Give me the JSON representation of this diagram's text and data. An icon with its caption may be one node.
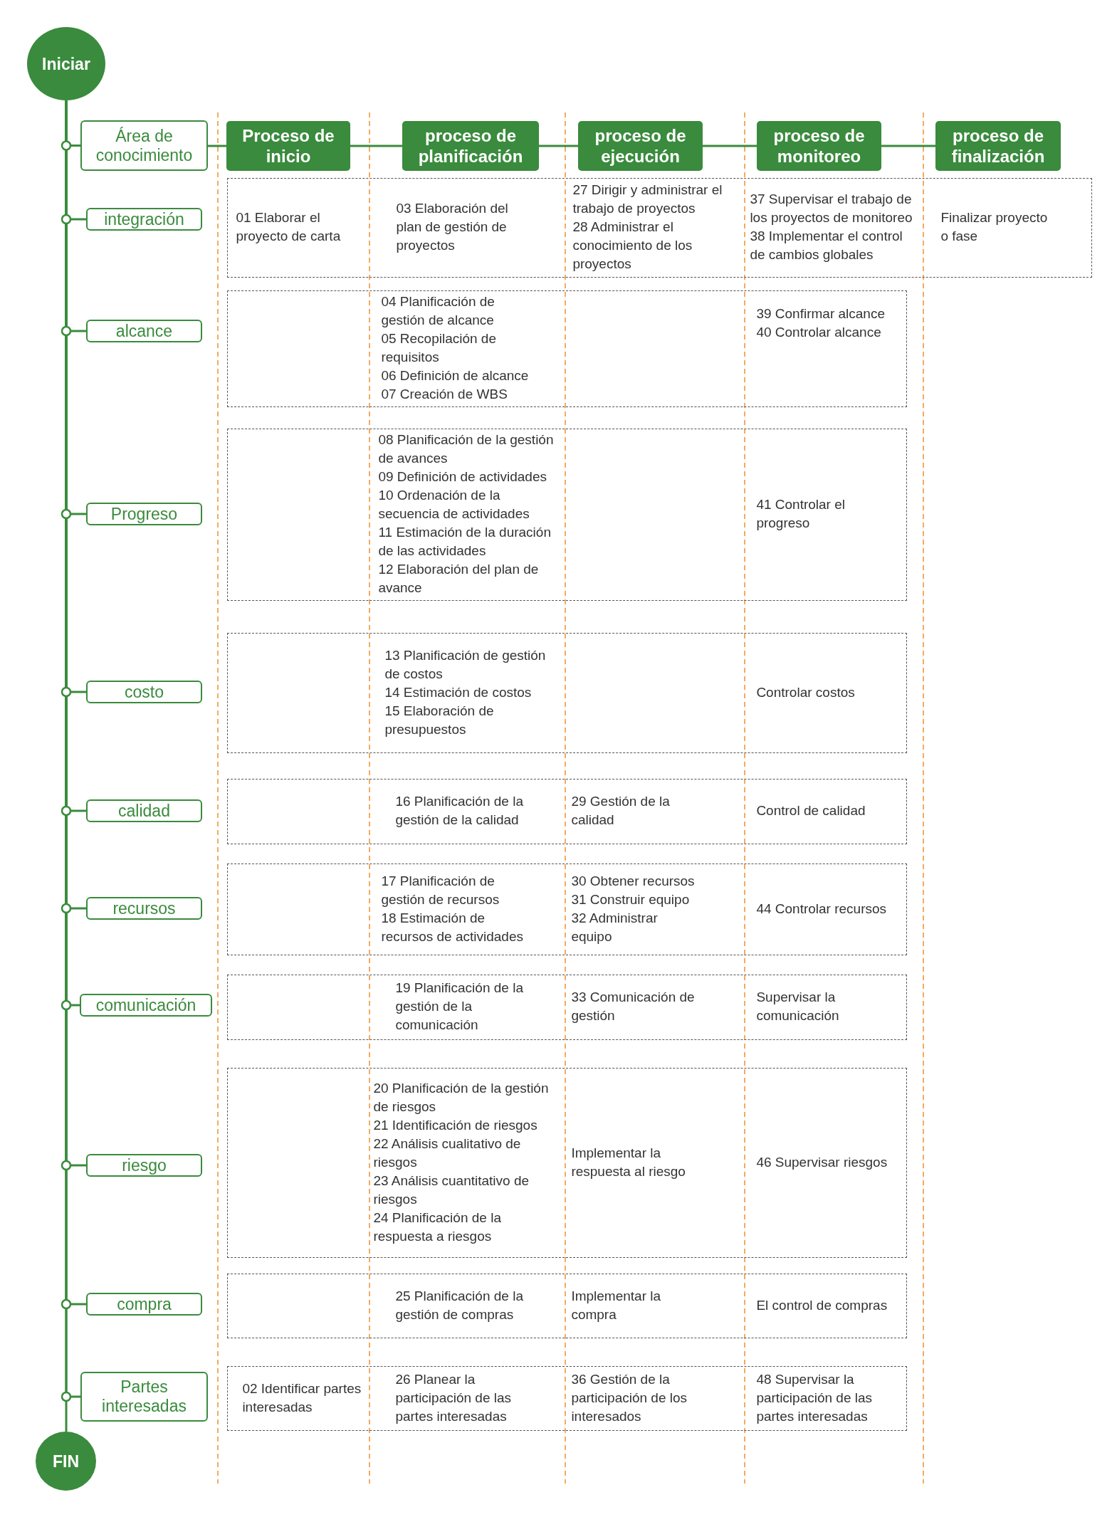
{
  "diagram": {
    "nodes": [
      {
        "text": [
          "Iniciar"
        ]
      },
      {
        "text": [
          "Área de conocimiento"
        ]
      },
      {
        "text": [
          "Proceso de inicio"
        ]
      },
      {
        "text": [
          "proceso de planificación"
        ]
      },
      {
        "text": [
          "proceso de ejecución"
        ]
      },
      {
        "text": [
          "proceso de monitoreo"
        ]
      },
      {
        "text": [
          "proceso de finalización"
        ]
      },
      {
        "text": [
          "integración"
        ]
      },
      {
        "text": [
          "01 Elaborar el proyecto de carta",
          "03 Elaboración del plan de gestión de proyectos",
          "27 Dirigir y administrar el trabajo de proyectos",
          "28 Administrar el conocimiento de los proyectos",
          "37 Supervisar el trabajo de los proyectos de monitoreo",
          "38 Implementar el control de cambios globales",
          "Finalizar proyecto o fase"
        ]
      },
      {
        "text": [
          "alcance"
        ]
      },
      {
        "text": [
          "04 Planificación de gestión de alcance",
          "05 Recopilación de requisitos",
          "06 Definición de alcance",
          "07 Creación de WBS",
          "39 Confirmar alcance",
          "40 Controlar alcance"
        ]
      },
      {
        "text": [
          "Progreso"
        ]
      },
      {
        "text": [
          "08 Planificación de la gestión de avances",
          "09 Definición de actividades",
          "10 Ordenación de la secuencia de actividades",
          "11 Estimación de la duración de las actividades",
          "12 Elaboración del plan de avance",
          "41 Controlar el progreso"
        ]
      },
      {
        "text": [
          "costo"
        ]
      },
      {
        "text": [
          "13 Planificación de gestión de costos",
          "14 Estimación de costos",
          "15 Elaboración de presupuestos",
          "Controlar costos"
        ]
      },
      {
        "text": [
          "calidad"
        ]
      },
      {
        "text": [
          "16 Planificación de la gestión de la calidad",
          "29 Gestión de la calidad",
          "Control de calidad"
        ]
      },
      {
        "text": [
          "recursos"
        ]
      },
      {
        "text": [
          "17 Planificación de gestión de recursos",
          "18 Estimación de recursos de actividades",
          "30 Obtener recursos",
          "31 Construir equipo",
          "32 Administrar equipo",
          "44 Controlar recursos"
        ]
      },
      {
        "text": [
          "comunicación"
        ]
      },
      {
        "text": [
          "19 Planificación de la gestión de la comunicación",
          "33 Comunicación de gestión",
          "Supervisar la comunicación"
        ]
      },
      {
        "text": [
          "riesgo"
        ]
      },
      {
        "text": [
          "20 Planificación de la gestión de riesgos",
          "21 Identificación de riesgos",
          "22 Análisis cualitativo de riesgos",
          "23 Análisis cuantitativo de riesgos",
          "24 Planificación de la respuesta a riesgos",
          "Implementar la respuesta al riesgo",
          "46 Supervisar riesgos"
        ]
      },
      {
        "text": [
          "compra"
        ]
      },
      {
        "text": [
          "25 Planificación de la gestión de compras",
          "Implementar la compra",
          "El control de compras"
        ]
      },
      {
        "text": [
          "Partes interesadas"
        ]
      },
      {
        "text": [
          "02 Identificar partes interesadas",
          "26 Planear la participación de las partes interesadas",
          "36 Gestión de la participación de los interesados",
          "48 Supervisar la participación de las partes interesadas"
        ]
      },
      {
        "text": [
          "FIN"
        ]
      }
    ],
    "edges": [
      {
        "from": 0,
        "to": 1,
        "arrow": "none"
      },
      {
        "from": 0,
        "to": 7,
        "arrow": "none"
      },
      {
        "from": 0,
        "to": 9,
        "arrow": "none"
      },
      {
        "from": 0,
        "to": 11,
        "arrow": "none"
      },
      {
        "from": 0,
        "to": 13,
        "arrow": "none"
      },
      {
        "from": 0,
        "to": 15,
        "arrow": "none"
      },
      {
        "from": 0,
        "to": 17,
        "arrow": "none"
      },
      {
        "from": 0,
        "to": 19,
        "arrow": "none"
      },
      {
        "from": 0,
        "to": 21,
        "arrow": "none"
      },
      {
        "from": 0,
        "to": 23,
        "arrow": "none"
      },
      {
        "from": 0,
        "to": 25,
        "arrow": "none"
      },
      {
        "from": 0,
        "to": 27,
        "arrow": "none"
      },
      {
        "from": 1,
        "to": 2,
        "arrow": "none"
      },
      {
        "from": 2,
        "to": 3,
        "arrow": "none"
      },
      {
        "from": 3,
        "to": 4,
        "arrow": "none"
      },
      {
        "from": 4,
        "to": 5,
        "arrow": "none"
      },
      {
        "from": 5,
        "to": 6,
        "arrow": "none"
      }
    ]
  }
}
